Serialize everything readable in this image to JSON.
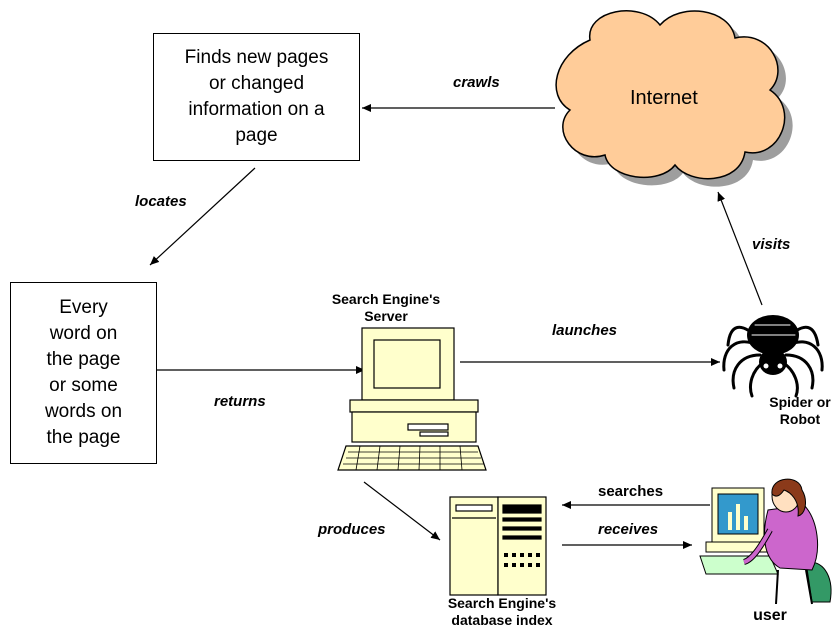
{
  "nodes": {
    "finds_box": "Finds new pages\nor changed\ninformation on a\npage",
    "every_word_box": "Every\nword on\nthe page\nor some\nwords on\nthe page",
    "internet": "Internet",
    "server_caption": "Search Engine's\nServer",
    "spider_caption": "Spider or\nRobot",
    "db_caption": "Search Engine's\ndatabase index",
    "user_caption": "user"
  },
  "edges": {
    "crawls": "crawls",
    "locates": "locates",
    "visits": "visits",
    "launches": "launches",
    "returns": "returns",
    "searches": "searches",
    "receives": "receives",
    "produces": "produces"
  },
  "colors": {
    "cloud_fill": "#ffcc99",
    "cloud_stroke": "#000000",
    "cloud_shadow": "#9e9e9e",
    "monitor_beige": "#ffffcc",
    "user_shirt": "#cc66cc",
    "user_hair": "#8b3a1a",
    "screen_blue": "#3399cc",
    "chair_green": "#339966"
  }
}
